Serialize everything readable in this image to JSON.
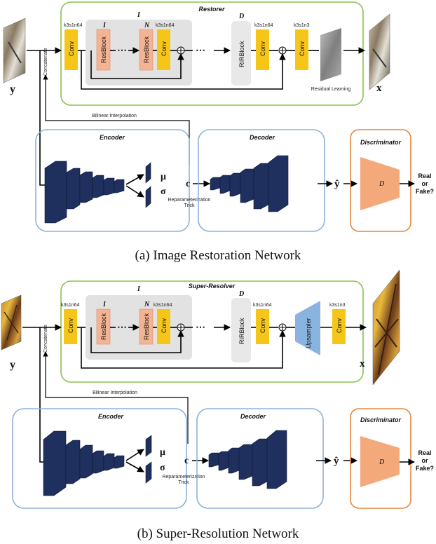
{
  "panels": [
    {
      "caption": "(a) Image Restoration Network",
      "top_box_title": "Restorer",
      "input_label": "y",
      "output_label": "x",
      "concat_label": "Concatenate",
      "first_conv_spec": "k3s1n64",
      "first_conv_label": "Conv",
      "group_count_label": "I",
      "resblock_first_index": "I",
      "resblock_last_index": "N",
      "resblock_label": "ResBlock",
      "inner_conv_spec": "k3s1n64",
      "inner_conv_label": "Conv",
      "rir_count_label": "D",
      "rir_label": "RIRBlock",
      "post_conv_spec": "k3s1n64",
      "post_conv_label": "Conv",
      "final_conv_spec": "k3s1n3",
      "final_conv_label": "Conv",
      "has_upsampler": false,
      "upsampler_label": "",
      "residual_label": "Residual Learning",
      "interp_label": "Bilinear Interpolation",
      "encoder_title": "Encoder",
      "decoder_title": "Decoder",
      "discriminator_title": "Discriminator",
      "mu_label": "μ",
      "sigma_label": "σ",
      "c_label": "c",
      "reparam_line1": "Reparameterization",
      "reparam_line2": "Trick",
      "yhat_label": "ŷ",
      "disc_label": "D",
      "real_line1": "Real",
      "real_line2": "or",
      "real_line3": "Fake?"
    },
    {
      "caption": "(b) Super-Resolution Network",
      "top_box_title": "Super-Resolver",
      "input_label": "y",
      "output_label": "x",
      "concat_label": "Concatenate",
      "first_conv_spec": "k3s1n64",
      "first_conv_label": "Conv",
      "group_count_label": "I",
      "resblock_first_index": "I",
      "resblock_last_index": "N",
      "resblock_label": "ResBlock",
      "inner_conv_spec": "k3s1n64",
      "inner_conv_label": "Conv",
      "rir_count_label": "D",
      "rir_label": "RIRBlock",
      "post_conv_spec": "k3s1n64",
      "post_conv_label": "Conv",
      "final_conv_spec": "k3s1n3",
      "final_conv_label": "Conv",
      "has_upsampler": true,
      "upsampler_label": "Upsampler",
      "residual_label": "",
      "interp_label": "Bilinear Interpolation",
      "encoder_title": "Encoder",
      "decoder_title": "Decoder",
      "discriminator_title": "Discriminator",
      "mu_label": "μ",
      "sigma_label": "σ",
      "c_label": "c",
      "reparam_line1": "Reparameterization",
      "reparam_line2": "Trick",
      "yhat_label": "ŷ",
      "disc_label": "D",
      "real_line1": "Real",
      "real_line2": "or",
      "real_line3": "Fake?"
    }
  ],
  "colors": {
    "green_border": "#8cc152",
    "blue_border": "#8fb0d8",
    "orange_border": "#e8873c",
    "conv_fill": "#f5c518",
    "resblock_fill": "#f4b393",
    "group_fill": "#e2e2e2",
    "rir_fill": "#e8e8e8",
    "navy": "#1f2f5e",
    "disc_fill": "#f4a97a",
    "upsampler_fill": "#8ab4e0"
  }
}
